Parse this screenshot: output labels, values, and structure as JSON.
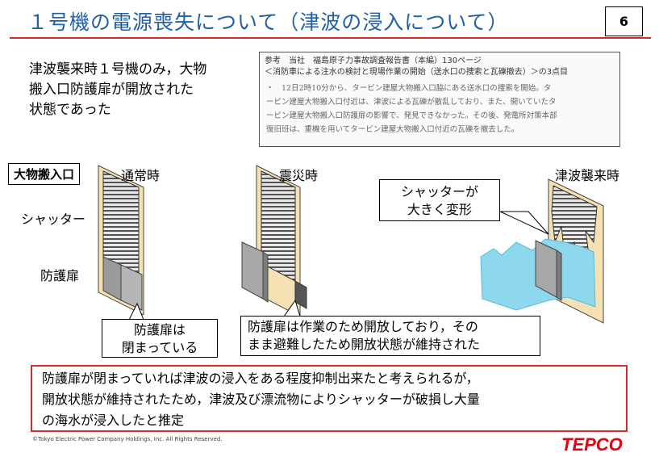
{
  "slide": {
    "title": "１号機の電源喪失について（津波の浸入について）",
    "page_number": "6"
  },
  "intro": {
    "lines": [
      "津波襲来時１号機のみ，大物",
      "搬入口防護扉が開放された",
      "状態であった"
    ]
  },
  "reference": {
    "header_lines": [
      "参考　当社　福島原子力事故調査報告書（本編）130ページ",
      "＜消防車による注水の検討と現場作業の開始（送水口の捜索と瓦礫撤去）＞の3点目"
    ],
    "body_lines": [
      "・　12日2時10分から、タービン建屋大物搬入口脇にある送水口の捜索を開始。タ",
      "ービン建屋大物搬入口付近は、津波による瓦礫が散乱しており、また、開いていたタ",
      "ービン建屋大物搬入口防護扉の影響で、発見できなかった。その後、発電所対策本部",
      "復旧班は、重機を用いてタービン建屋大物搬入口付近の瓦礫を撤去した。"
    ]
  },
  "diagram": {
    "entrance_label": "大物搬入口",
    "shutter_label": "シャッター",
    "door_label": "防護扉",
    "states": [
      {
        "label": "通常時"
      },
      {
        "label": "震災時"
      },
      {
        "label": "津波襲来時"
      }
    ],
    "callouts": {
      "shutter_deformed": [
        "シャッターが",
        "大きく変形"
      ],
      "door_closed": [
        "防護扉は",
        "閉まっている"
      ],
      "door_open": [
        "防護扉は作業のため開放しており，その",
        "まま避難したため開放状態が維持された"
      ]
    }
  },
  "conclusion": {
    "lines": [
      "防護扉が閉まっていれば津波の浸入をある程度抑制出来たと考えられるが，",
      "開放状態が維持されたため，津波及び漂流物によりシャッターが破損し大量",
      "の海水が浸入したと推定"
    ]
  },
  "footer": {
    "copyright": "©Tokyo Electric Power Company Holdings, Inc. All Rights Reserved.",
    "logo_text": "TEPCO"
  },
  "colors": {
    "title_blue": "#1f5fa8",
    "accent_red": "#d62a2a",
    "wall_beige": "#f6e1b4",
    "water_blue": "#8ed8ee",
    "logo_red": "#e60012"
  }
}
